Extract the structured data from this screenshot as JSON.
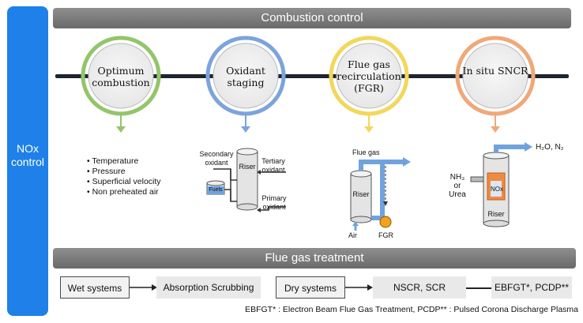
{
  "side_label": "NOx control",
  "combustion": {
    "banner": "Combustion control",
    "circles": [
      {
        "label": "Optimum combustion",
        "color": "#93c56a"
      },
      {
        "label": "Oxidant staging",
        "color": "#7ca4dc"
      },
      {
        "label": "Flue gas recirculation (FGR)",
        "color": "#f3d75c"
      },
      {
        "label": "In situ SNCR",
        "color": "#f0a878"
      }
    ],
    "bullets": [
      "Temperature",
      "Pressure",
      "Superficial velocity",
      "Non preheated air"
    ],
    "staging": {
      "secondary": "Secondary oxidant",
      "tertiary": "Tertiary oxidant",
      "primary": "Primary oxidant",
      "riser": "Riser",
      "fuels": "Fuels"
    },
    "fgr": {
      "flue_gas": "Flue gas",
      "riser": "Riser",
      "air": "Air",
      "fgr": "FGR"
    },
    "sncr": {
      "products": "H₂O, N₂",
      "reagent_1": "NH₃",
      "reagent_or": "or",
      "reagent_2": "Urea",
      "nox": "NOx",
      "riser": "Riser"
    }
  },
  "treatment": {
    "banner": "Flue gas treatment",
    "wet": "Wet systems",
    "absorption": "Absorption Scrubbing",
    "dry": "Dry systems",
    "nscr": "NSCR, SCR",
    "ebfgt": "EBFGT*, PCDP**"
  },
  "footnote": "EBFGT* : Electron Beam Flue Gas Treatment, PCDP** : Pulsed Corona Discharge Plasma"
}
